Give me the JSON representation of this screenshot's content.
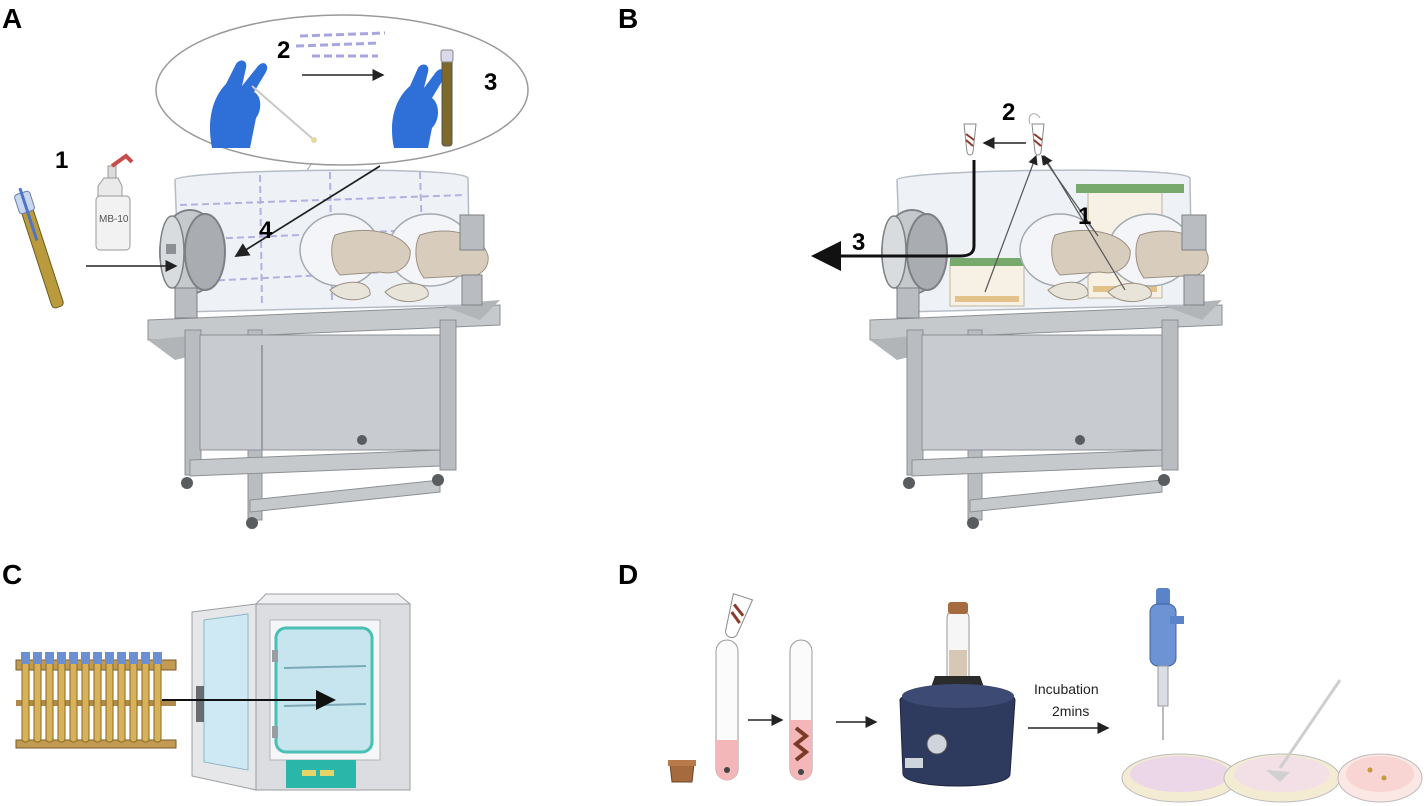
{
  "panels": {
    "a": {
      "letter": "A",
      "steps": [
        "1",
        "2",
        "3",
        "4"
      ],
      "bottle_label": "MB-10"
    },
    "b": {
      "letter": "B",
      "steps": [
        "1",
        "2",
        "3"
      ]
    },
    "c": {
      "letter": "C"
    },
    "d": {
      "letter": "D",
      "incubation_label_line1": "Incubation",
      "incubation_label_line2": "2mins"
    }
  },
  "colors": {
    "glove_blue": "#2f6fd8",
    "steel": "#b9bcc0",
    "steel_dark": "#8c9094",
    "chamber": "#eef1f6",
    "dashed_purple": "#a7a6de",
    "green_strip": "#77a86c",
    "beige": "#d8cdbd",
    "agar_pink": "#f4c7c7",
    "incubator_teal": "#2ab7a9",
    "vortex_navy": "#2e3a5e"
  }
}
